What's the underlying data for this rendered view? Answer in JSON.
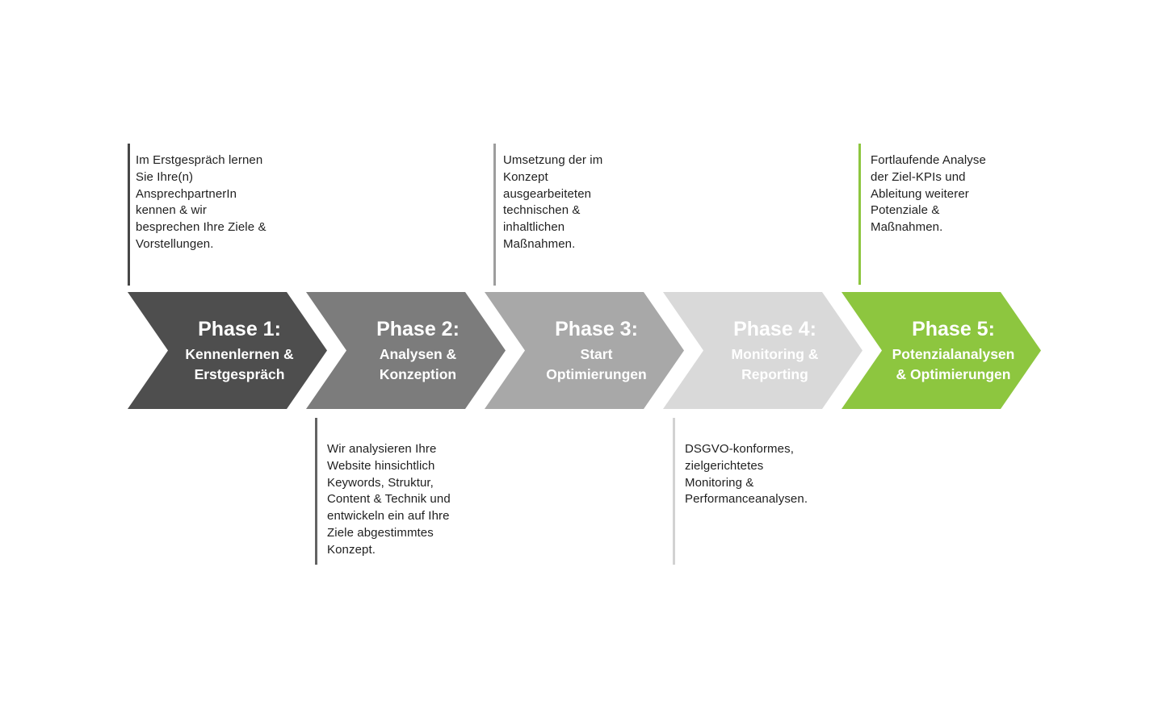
{
  "diagram": {
    "background_color": "#ffffff",
    "note_text_color": "#1f1f1f",
    "phase_title_text_color": "#ffffff"
  },
  "phases": [
    {
      "title": "Phase 1:",
      "subtitle": "Kennenlernen &\nErstgespräch",
      "arrow_color": "#4e4e4e",
      "note_side": "top",
      "note_line_color": "#474747",
      "note": "Im Erstgespräch lernen\nSie Ihre(n)\nAnsprechpartnerIn\nkennen & wir\nbesprechen Ihre Ziele &\nVorstellungen."
    },
    {
      "title": "Phase 2:",
      "subtitle": "Analysen &\nKonzeption",
      "arrow_color": "#7c7c7c",
      "note_side": "bottom",
      "note_line_color": "#636363",
      "note": "Wir analysieren Ihre\nWebsite hinsichtlich\nKeywords, Struktur,\nContent & Technik und\nentwickeln ein auf Ihre\nZiele abgestimmtes\nKonzept."
    },
    {
      "title": "Phase 3:",
      "subtitle": "Start\nOptimierungen",
      "arrow_color": "#a8a8a8",
      "note_side": "top",
      "note_line_color": "#9d9d9d",
      "note": "Umsetzung der im\nKonzept\nausgearbeiteten\ntechnischen &\ninhaltlichen\nMaßnahmen."
    },
    {
      "title": "Phase 4:",
      "subtitle": "Monitoring &\nReporting",
      "arrow_color": "#d9d9d9",
      "note_side": "bottom",
      "note_line_color": "#d2d2d2",
      "note": "DSGVO-konformes,\nzielgerichtetes\nMonitoring &\nPerformanceanalysen."
    },
    {
      "title": "Phase 5:",
      "subtitle": "Potenzialanalysen\n& Optimierungen",
      "arrow_color": "#8dc63f",
      "note_side": "top",
      "note_line_color": "#8dc63f",
      "note": "Fortlaufende Analyse\nder Ziel-KPIs und\nAbleitung weiterer\nPotenziale &\nMaßnahmen."
    }
  ]
}
